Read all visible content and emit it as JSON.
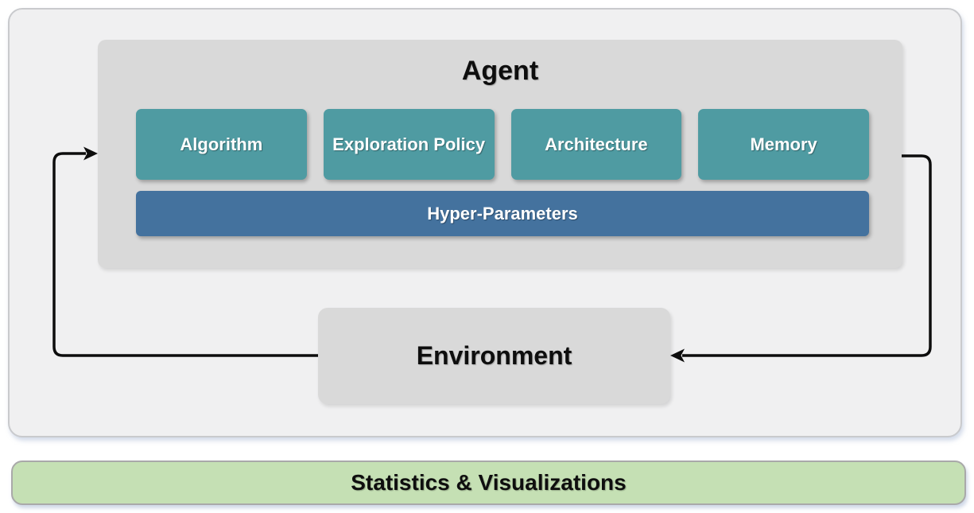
{
  "agent": {
    "title": "Agent",
    "components": [
      {
        "label": "Algorithm"
      },
      {
        "label": "Exploration Policy"
      },
      {
        "label": "Architecture"
      },
      {
        "label": "Memory"
      }
    ],
    "hyper_parameters": {
      "label": "Hyper-Parameters"
    }
  },
  "environment": {
    "label": "Environment"
  },
  "statistics_bar": {
    "label": "Statistics & Visualizations"
  },
  "arrows": [
    {
      "name": "agent-to-environment",
      "from": "Agent",
      "to": "Environment"
    },
    {
      "name": "environment-to-agent",
      "from": "Environment",
      "to": "Agent"
    }
  ],
  "colors": {
    "component_box": "#4F9BA2",
    "hyper_parameters_bar": "#44729E",
    "panel_gray": "#D9D9D9",
    "outer_panel_bg": "#F0F0F1",
    "statistics_bar_bg": "#C5E0B4",
    "statistics_bar_border": "#A9A9A9",
    "arrow": "#0D0D0D"
  }
}
